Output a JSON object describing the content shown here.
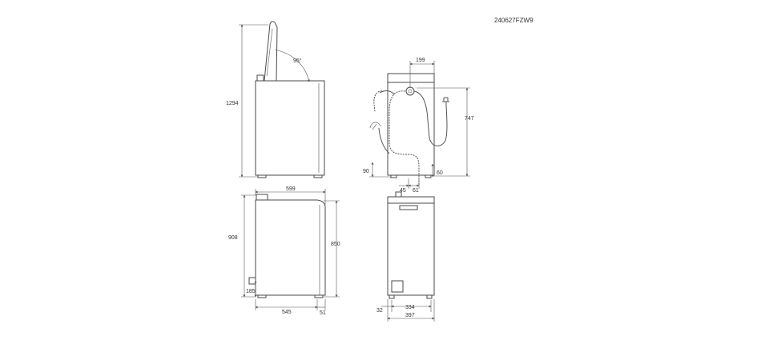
{
  "drawing_code": "240627FZW9",
  "views": {
    "side_open": {
      "lid_angle": "95°",
      "height_open": "1294"
    },
    "back": {
      "outlet_offset": "199",
      "hose_height": "747",
      "hose_min": "90",
      "foot_height": "60",
      "pos_a": "45",
      "pos_b": "61"
    },
    "side": {
      "depth": "599",
      "height_total": "908",
      "height_body": "850",
      "inlet_height": "185",
      "depth_body": "545",
      "lid_overhang": "51"
    },
    "front": {
      "inner_width": "334",
      "foot_offset": "32",
      "width": "397"
    }
  }
}
